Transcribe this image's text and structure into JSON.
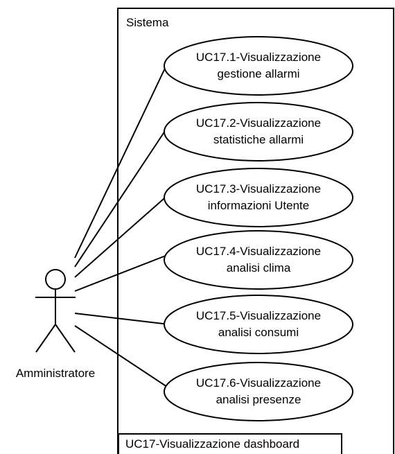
{
  "system": {
    "title": "Sistema",
    "frame_label": "UC17-Visualizzazione dashboard"
  },
  "actor": {
    "name": "Amministratore"
  },
  "use_cases": [
    {
      "id": "UC17.1",
      "line1": "UC17.1-Visualizzazione",
      "line2": "gestione allarmi"
    },
    {
      "id": "UC17.2",
      "line1": "UC17.2-Visualizzazione",
      "line2": "statistiche allarmi"
    },
    {
      "id": "UC17.3",
      "line1": "UC17.3-Visualizzazione",
      "line2": "informazioni Utente"
    },
    {
      "id": "UC17.4",
      "line1": "UC17.4-Visualizzazione",
      "line2": "analisi clima"
    },
    {
      "id": "UC17.5",
      "line1": "UC17.5-Visualizzazione",
      "line2": "analisi consumi"
    },
    {
      "id": "UC17.6",
      "line1": "UC17.6-Visualizzazione",
      "line2": "analisi presenze"
    }
  ],
  "colors": {
    "stroke": "#000000",
    "background": "#ffffff"
  }
}
